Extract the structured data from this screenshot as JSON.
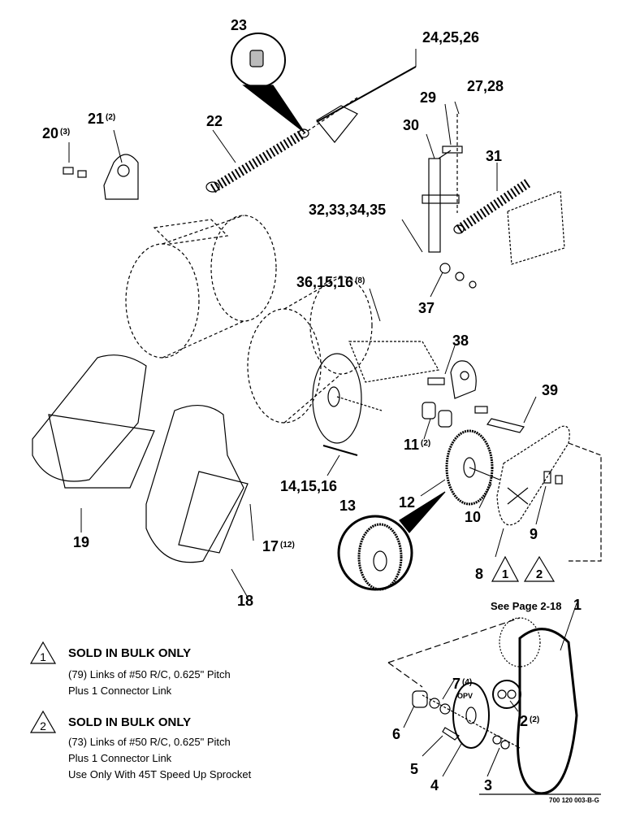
{
  "callouts": {
    "c1": "1",
    "c2": "2",
    "c2_sub": "(2)",
    "c3": "3",
    "c4": "4",
    "c5": "5",
    "c6": "6",
    "c7": "7",
    "c7_sub": "(4)",
    "c7_opv": "OPV",
    "c8": "8",
    "c9": "9",
    "c10": "10",
    "c11": "11",
    "c11_sub": "(2)",
    "c12": "12",
    "c13": "13",
    "c14": "14,15,16",
    "c17": "17",
    "c17_sub": "(12)",
    "c18": "18",
    "c19": "19",
    "c20": "20",
    "c20_sub": "(3)",
    "c21": "21",
    "c21_sub": "(2)",
    "c22": "22",
    "c23": "23",
    "c24": "24,25,26",
    "c27": "27,28",
    "c29": "29",
    "c30": "30",
    "c31": "31",
    "c32": "32,33,34,35",
    "c36": "36,15,16",
    "c36_sub": "(8)",
    "c37": "37",
    "c38": "38",
    "c39": "39"
  },
  "triangles": {
    "t1": "1",
    "t2": "2"
  },
  "see_page": "See Page 2-18",
  "notes": [
    {
      "marker": "1",
      "title": "SOLD IN BULK ONLY",
      "lines": [
        "(79) Links of #50 R/C, 0.625\" Pitch",
        "Plus 1 Connector Link"
      ]
    },
    {
      "marker": "2",
      "title": "SOLD IN BULK ONLY",
      "lines": [
        "(73) Links of #50 R/C, 0.625\" Pitch",
        "Plus 1 Connector Link",
        "Use Only With 45T Speed Up Sprocket"
      ]
    }
  ],
  "figure_id": "700 120 003-B-G"
}
